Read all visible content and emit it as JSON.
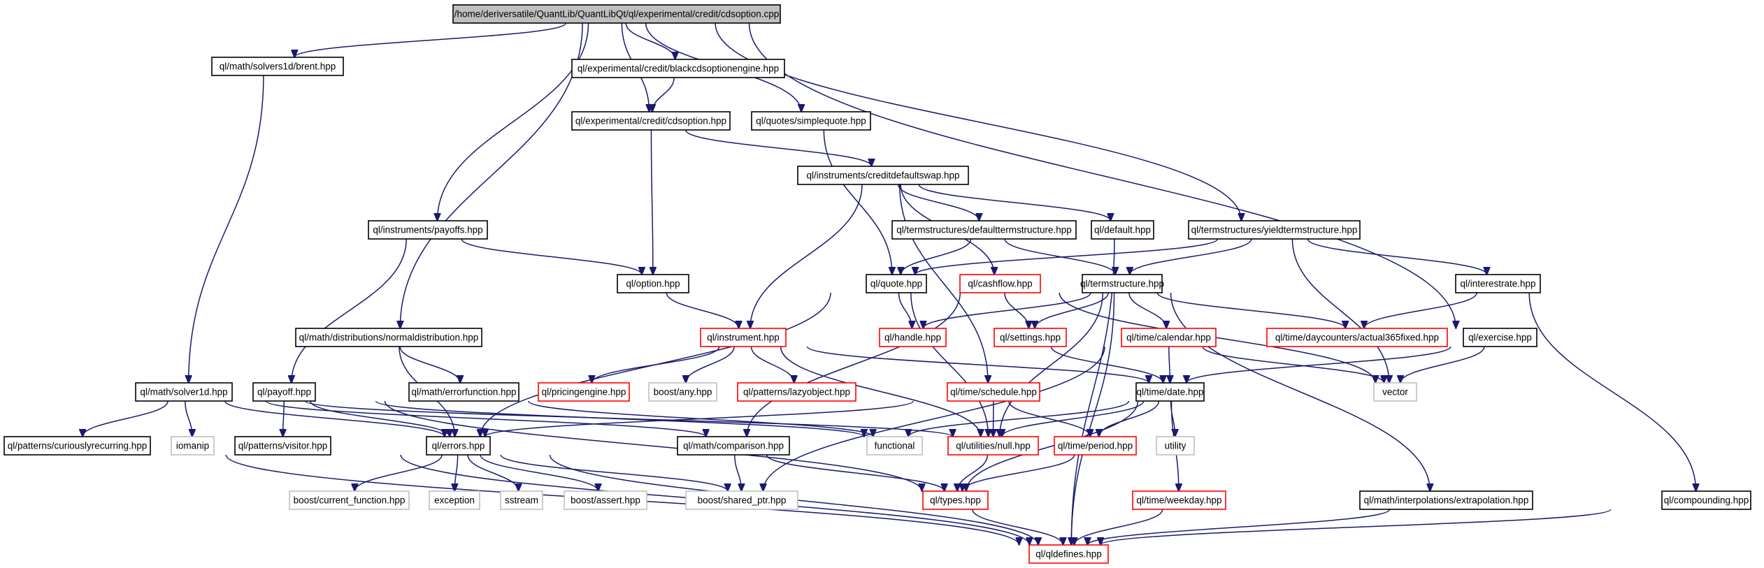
{
  "graph": {
    "nodes": [
      {
        "id": "root",
        "label": "/home/deriversatile/QuantLib/QuantLibQt/ql/experimental/credit/cdsoption.cpp",
        "style": "root"
      },
      {
        "id": "brent",
        "label": "ql/math/solvers1d/brent.hpp",
        "style": "black"
      },
      {
        "id": "blackcds",
        "label": "ql/experimental/credit/blackcdsoptionengine.hpp",
        "style": "black"
      },
      {
        "id": "cdsoption",
        "label": "ql/experimental/credit/cdsoption.hpp",
        "style": "black"
      },
      {
        "id": "simplequote",
        "label": "ql/quotes/simplequote.hpp",
        "style": "black"
      },
      {
        "id": "cds",
        "label": "ql/instruments/creditdefaultswap.hpp",
        "style": "black"
      },
      {
        "id": "payoffs",
        "label": "ql/instruments/payoffs.hpp",
        "style": "black"
      },
      {
        "id": "defaultts",
        "label": "ql/termstructures/defaulttermstructure.hpp",
        "style": "black"
      },
      {
        "id": "default",
        "label": "ql/default.hpp",
        "style": "black"
      },
      {
        "id": "yieldts",
        "label": "ql/termstructures/yieldtermstructure.hpp",
        "style": "black"
      },
      {
        "id": "option",
        "label": "ql/option.hpp",
        "style": "black"
      },
      {
        "id": "quote",
        "label": "ql/quote.hpp",
        "style": "black"
      },
      {
        "id": "cashflow",
        "label": "ql/cashflow.hpp",
        "style": "red"
      },
      {
        "id": "termstructure",
        "label": "ql/termstructure.hpp",
        "style": "black"
      },
      {
        "id": "interestrate",
        "label": "ql/interestrate.hpp",
        "style": "black"
      },
      {
        "id": "normaldist",
        "label": "ql/math/distributions/normaldistribution.hpp",
        "style": "black"
      },
      {
        "id": "instrument",
        "label": "ql/instrument.hpp",
        "style": "red"
      },
      {
        "id": "handle",
        "label": "ql/handle.hpp",
        "style": "red"
      },
      {
        "id": "settings",
        "label": "ql/settings.hpp",
        "style": "red"
      },
      {
        "id": "calendar",
        "label": "ql/time/calendar.hpp",
        "style": "red"
      },
      {
        "id": "actual365",
        "label": "ql/time/daycounters/actual365fixed.hpp",
        "style": "red"
      },
      {
        "id": "exercise",
        "label": "ql/exercise.hpp",
        "style": "black"
      },
      {
        "id": "solver1d",
        "label": "ql/math/solver1d.hpp",
        "style": "black"
      },
      {
        "id": "payoff",
        "label": "ql/payoff.hpp",
        "style": "black"
      },
      {
        "id": "errorfunction",
        "label": "ql/math/errorfunction.hpp",
        "style": "black"
      },
      {
        "id": "pricingengine",
        "label": "ql/pricingengine.hpp",
        "style": "red"
      },
      {
        "id": "boostany",
        "label": "boost/any.hpp",
        "style": "gray"
      },
      {
        "id": "lazyobject",
        "label": "ql/patterns/lazyobject.hpp",
        "style": "red"
      },
      {
        "id": "schedule",
        "label": "ql/time/schedule.hpp",
        "style": "red"
      },
      {
        "id": "date",
        "label": "ql/time/date.hpp",
        "style": "black"
      },
      {
        "id": "vector",
        "label": "vector",
        "style": "gray"
      },
      {
        "id": "curiously",
        "label": "ql/patterns/curiouslyrecurring.hpp",
        "style": "black"
      },
      {
        "id": "iomanip",
        "label": "iomanip",
        "style": "gray"
      },
      {
        "id": "visitor",
        "label": "ql/patterns/visitor.hpp",
        "style": "black"
      },
      {
        "id": "errors",
        "label": "ql/errors.hpp",
        "style": "black"
      },
      {
        "id": "comparison",
        "label": "ql/math/comparison.hpp",
        "style": "black"
      },
      {
        "id": "functional",
        "label": "functional",
        "style": "gray"
      },
      {
        "id": "null",
        "label": "ql/utilities/null.hpp",
        "style": "red"
      },
      {
        "id": "period",
        "label": "ql/time/period.hpp",
        "style": "red"
      },
      {
        "id": "utility",
        "label": "utility",
        "style": "gray"
      },
      {
        "id": "curfunc",
        "label": "boost/current_function.hpp",
        "style": "gray"
      },
      {
        "id": "exception",
        "label": "exception",
        "style": "gray"
      },
      {
        "id": "sstream",
        "label": "sstream",
        "style": "gray"
      },
      {
        "id": "assert",
        "label": "boost/assert.hpp",
        "style": "gray"
      },
      {
        "id": "sharedptr",
        "label": "boost/shared_ptr.hpp",
        "style": "gray"
      },
      {
        "id": "types",
        "label": "ql/types.hpp",
        "style": "red"
      },
      {
        "id": "weekday",
        "label": "ql/time/weekday.hpp",
        "style": "red"
      },
      {
        "id": "extrapolation",
        "label": "ql/math/interpolations/extrapolation.hpp",
        "style": "black"
      },
      {
        "id": "compounding",
        "label": "ql/compounding.hpp",
        "style": "black"
      },
      {
        "id": "qldefines",
        "label": "ql/qldefines.hpp",
        "style": "red"
      }
    ],
    "edges": [
      [
        "root",
        "brent"
      ],
      [
        "root",
        "blackcds"
      ],
      [
        "root",
        "cdsoption"
      ],
      [
        "root",
        "simplequote"
      ],
      [
        "root",
        "payoffs"
      ],
      [
        "root",
        "normaldist"
      ],
      [
        "root",
        "yieldts"
      ],
      [
        "root",
        "exercise"
      ],
      [
        "blackcds",
        "cdsoption"
      ],
      [
        "cdsoption",
        "cds"
      ],
      [
        "cdsoption",
        "option"
      ],
      [
        "simplequote",
        "quote"
      ],
      [
        "cds",
        "instrument"
      ],
      [
        "cds",
        "defaultts"
      ],
      [
        "cds",
        "default"
      ],
      [
        "cds",
        "cashflow"
      ],
      [
        "cds",
        "schedule"
      ],
      [
        "payoffs",
        "option"
      ],
      [
        "payoffs",
        "payoff"
      ],
      [
        "defaultts",
        "quote"
      ],
      [
        "defaultts",
        "termstructure"
      ],
      [
        "default",
        "qldefines"
      ],
      [
        "yieldts",
        "quote"
      ],
      [
        "yieldts",
        "termstructure"
      ],
      [
        "yieldts",
        "interestrate"
      ],
      [
        "yieldts",
        "vector"
      ],
      [
        "option",
        "instrument"
      ],
      [
        "quote",
        "handle"
      ],
      [
        "quote",
        "errors"
      ],
      [
        "quote",
        "null"
      ],
      [
        "cashflow",
        "settings"
      ],
      [
        "cashflow",
        "comparison"
      ],
      [
        "cashflow",
        "vector"
      ],
      [
        "termstructure",
        "handle"
      ],
      [
        "termstructure",
        "settings"
      ],
      [
        "termstructure",
        "calendar"
      ],
      [
        "termstructure",
        "actual365"
      ],
      [
        "termstructure",
        "null"
      ],
      [
        "termstructure",
        "extrapolation"
      ],
      [
        "interestrate",
        "actual365"
      ],
      [
        "interestrate",
        "compounding"
      ],
      [
        "normaldist",
        "errorfunction"
      ],
      [
        "normaldist",
        "errors"
      ],
      [
        "instrument",
        "pricingengine"
      ],
      [
        "instrument",
        "boostany"
      ],
      [
        "instrument",
        "lazyobject"
      ],
      [
        "instrument",
        "date"
      ],
      [
        "instrument",
        "null"
      ],
      [
        "settings",
        "date"
      ],
      [
        "calendar",
        "date"
      ],
      [
        "calendar",
        "vector"
      ],
      [
        "calendar",
        "sharedptr"
      ],
      [
        "exercise",
        "date"
      ],
      [
        "exercise",
        "vector"
      ],
      [
        "brent",
        "solver1d"
      ],
      [
        "solver1d",
        "curiously"
      ],
      [
        "solver1d",
        "iomanip"
      ],
      [
        "solver1d",
        "errors"
      ],
      [
        "solver1d",
        "comparison"
      ],
      [
        "solver1d",
        "null"
      ],
      [
        "payoff",
        "visitor"
      ],
      [
        "payoff",
        "errors"
      ],
      [
        "payoff",
        "functional"
      ],
      [
        "payoff",
        "types"
      ],
      [
        "errorfunction",
        "functional"
      ],
      [
        "schedule",
        "null"
      ],
      [
        "schedule",
        "period"
      ],
      [
        "schedule",
        "errors"
      ],
      [
        "date",
        "functional"
      ],
      [
        "date",
        "null"
      ],
      [
        "date",
        "period"
      ],
      [
        "date",
        "utility"
      ],
      [
        "date",
        "weekday"
      ],
      [
        "date",
        "types"
      ],
      [
        "curiously",
        "qldefines"
      ],
      [
        "visitor",
        "qldefines"
      ],
      [
        "errors",
        "curfunc"
      ],
      [
        "errors",
        "exception"
      ],
      [
        "errors",
        "sstream"
      ],
      [
        "errors",
        "assert"
      ],
      [
        "errors",
        "sharedptr"
      ],
      [
        "errors",
        "qldefines"
      ],
      [
        "comparison",
        "sharedptr"
      ],
      [
        "comparison",
        "types"
      ],
      [
        "null",
        "types"
      ],
      [
        "period",
        "types"
      ],
      [
        "types",
        "qldefines"
      ],
      [
        "weekday",
        "qldefines"
      ],
      [
        "extrapolation",
        "qldefines"
      ],
      [
        "compounding",
        "qldefines"
      ],
      [
        "termstructure",
        "qldefines"
      ]
    ]
  },
  "colors": {
    "edge": "#191970",
    "root_fill": "#bfbfbf",
    "red_border": "#ff0000",
    "gray_border": "#bfbfbf",
    "black_border": "#000000"
  }
}
